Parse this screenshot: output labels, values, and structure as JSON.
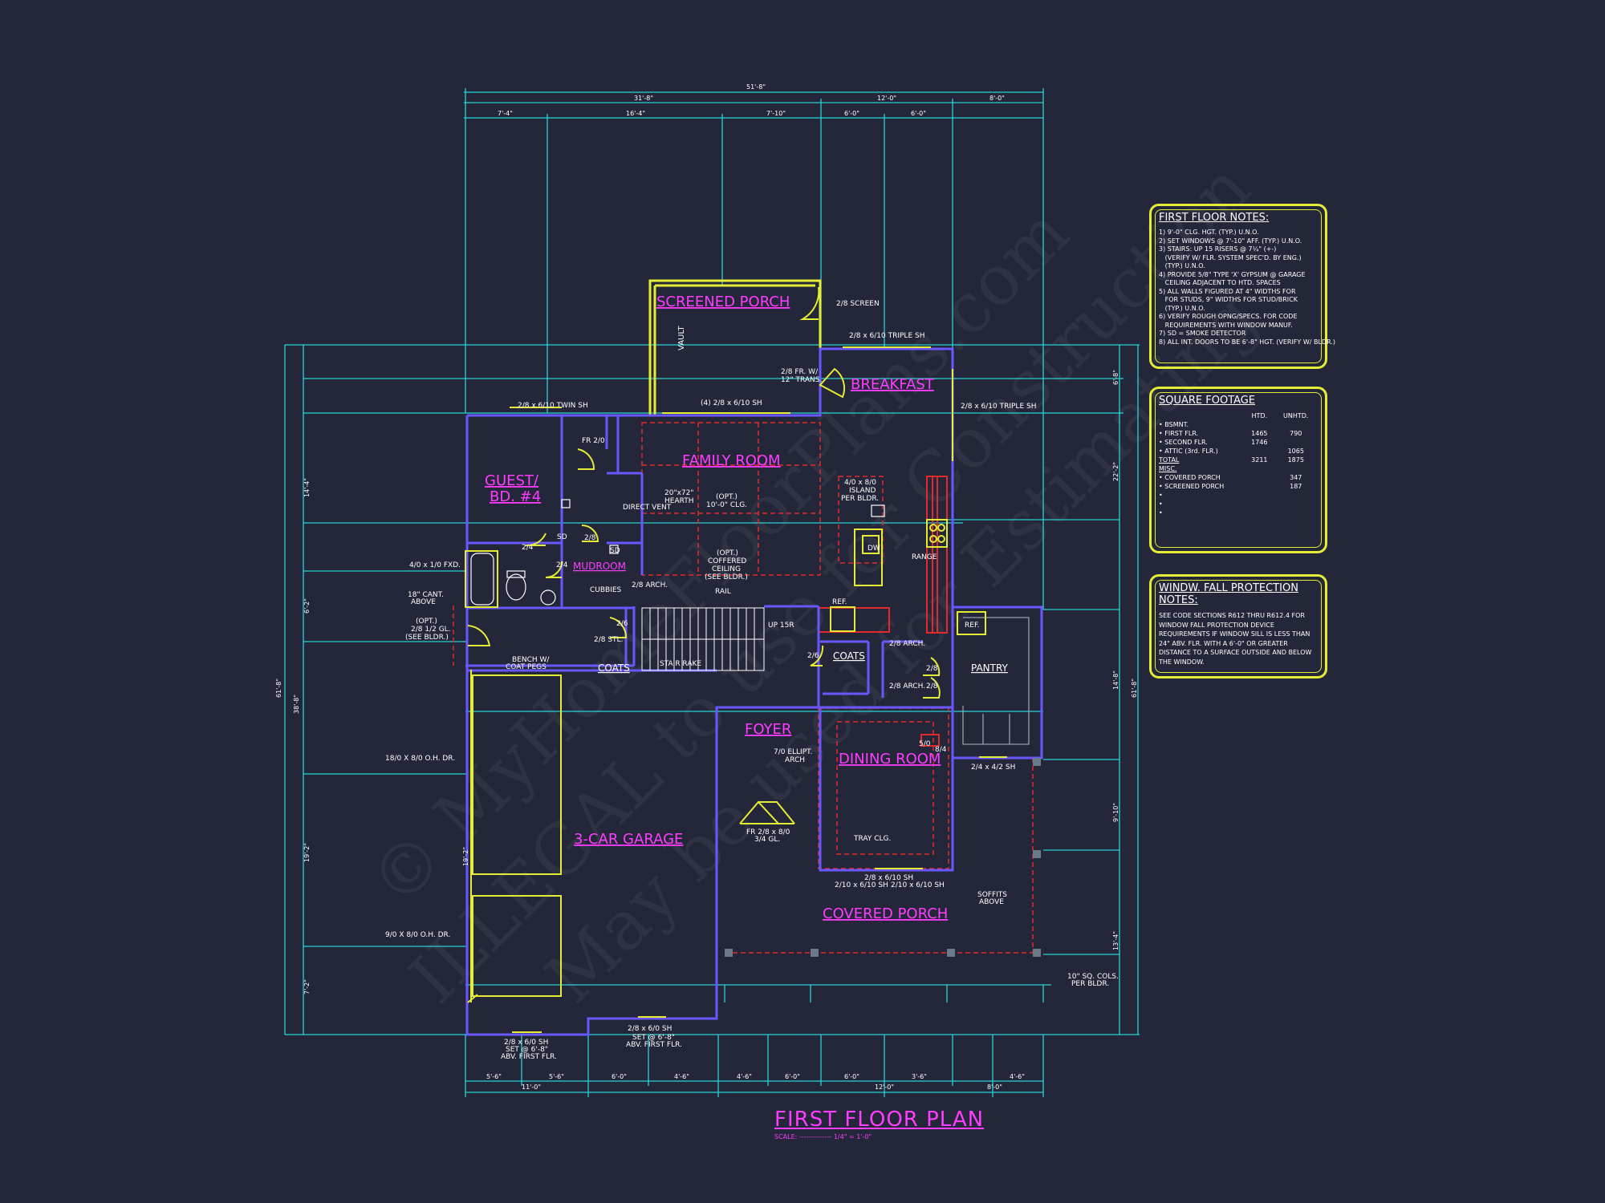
{
  "watermark": {
    "line1": "© MyHomeFloorPlans.com",
    "line2": "ILLEGAL to use for Construction",
    "line3": "May be used for Estimating"
  },
  "title": "FIRST FLOOR PLAN",
  "scale": "SCALE: -------------- 1/4\" = 1'-0\"",
  "colors": {
    "background": "#232739",
    "dimension_lines": "#29d3d8",
    "walls": "#6b57ff",
    "labels": "#ff3cff",
    "fixtures": "#e6ec35",
    "hidden": "#e12b2b"
  },
  "rooms": {
    "screened_porch": "SCREENED PORCH",
    "breakfast": "BREAKFAST",
    "family_room": "FAMILY ROOM",
    "guest_bd_1": "GUEST/",
    "guest_bd_2": "BD. #4",
    "mudroom": "MUDROOM",
    "foyer": "FOYER",
    "dining_room": "DINING ROOM",
    "garage": "3-CAR GARAGE",
    "covered_porch": "COVERED PORCH",
    "pantry": "PANTRY",
    "coats_1": "COATS",
    "coats_2": "COATS"
  },
  "labels": {
    "vault": "VAULT",
    "screen": "2/8 SCREEN",
    "triple_sh_top": "2/8 x 6/10 TRIPLE SH",
    "triple_sh_right": "2/8 x 6/10 TRIPLE SH",
    "fr_transom_1": "2/8 FR. W/",
    "fr_transom_2": "12\" TRANS.",
    "four_sh": "(4) 2/8 x 6/10 SH",
    "twin_sh": "2/8 x 6/10 TWIN SH",
    "fr_2_0": "FR 2/0",
    "hearth_1": "20\"x72\"",
    "hearth_2": "HEARTH",
    "opt_clg_1": "(OPT.)",
    "opt_clg_2": "10'-0\" CLG.",
    "direct_vent": "DIRECT VENT",
    "island_1": "4/0 x 8/0",
    "island_2": "ISLAND",
    "island_3": "PER BLDR.",
    "dw": "DW",
    "range": "RANGE",
    "coffered_1": "(OPT.)",
    "coffered_2": "COFFERED",
    "coffered_3": "CEILING",
    "coffered_4": "(SEE BLDR.)",
    "rail": "RAIL",
    "arch_28": "2/8 ARCH.",
    "cubbies": "CUBBIES",
    "stl": "2/8 STL.",
    "stair_rake": "STAIR RAKE",
    "up": "UP 15R",
    "ref_1": "REF.",
    "ref_2": "REF.",
    "fxd": "4/0 x 1/0 FXD.",
    "cant_1": "18\" CANT.",
    "cant_2": "ABOVE",
    "opt_gl_1": "(OPT.)",
    "opt_gl_2": "2/8 1/2 GL.",
    "opt_gl_3": "(SEE BLDR.)",
    "bench_1": "BENCH W/",
    "bench_2": "COAT PEGS",
    "door_24a": "2/4",
    "door_24b": "2/4",
    "door_28a": "2/8",
    "door_26": "2/6",
    "door_26b": "2/6",
    "door_28b": "2/8",
    "door_28c": "2/8",
    "arch_28b": "2/8 ARCH.",
    "arch_28c": "2/8 ARCH.",
    "ellipt_1": "7/0 ELLIPT.",
    "ellipt_2": "ARCH",
    "fr_foyer_1": "FR 2/8 x 8/0",
    "fr_foyer_2": "3/4 GL.",
    "tray": "TRAY CLG.",
    "dining_sh_1": "2/8 x 6/10 SH",
    "dining_sh_2": "2/10 x 6/10 SH",
    "dining_sh_3": "2/10 x 6/10 SH",
    "pantry_sh": "2/4 x 4/2 SH",
    "soffits_1": "SOFFITS",
    "soffits_2": "ABOVE",
    "cols_1": "10\" SQ. COLS.",
    "cols_2": "PER BLDR.",
    "ohdr_1": "18/0 X 8/0 O.H. DR.",
    "ohdr_2": "9/0 X 8/0 O.H. DR.",
    "garage_sh_1a": "2/8 x 6/0 SH",
    "garage_sh_1b": "SET @ 6'-8\"",
    "garage_sh_1c": "ABV. FIRST FLR.",
    "garage_sh_2a": "2/8 x 6/0 SH",
    "garage_sh_2b": "SET @ 6'-8\"",
    "garage_sh_2c": "ABV. FIRST FLR.",
    "sd_1": "SD",
    "sd_2": "SD",
    "step_1": "5/0",
    "step_2": "8/4"
  },
  "dims": {
    "overall": "51'-8\"",
    "d_top_a": "31'-8\"",
    "d_top_b": "12'-0\"",
    "d_top_c": "8'-0\"",
    "d_t1": "7'-4\"",
    "d_t2": "16'-4\"",
    "d_t3": "7'-10\"",
    "d_t4": "6'-0\"",
    "d_t5": "6'-0\"",
    "d_b1": "5'-6\"",
    "d_b2": "5'-6\"",
    "d_b3": "6'-0\"",
    "d_b4": "4'-6\"",
    "d_b5": "4'-6\"",
    "d_b6": "6'-0\"",
    "d_b7": "6'-0\"",
    "d_b8": "3'-6\"",
    "d_b9": "4'-6\"",
    "d_bb1": "11'-0\"",
    "d_bb2": "12'-0\"",
    "d_bb3": "8'-0\"",
    "d_l_total": "61'-8\"",
    "d_l2": "38'-8\"",
    "d_l3": "14'-4\"",
    "d_l4": "6'-2\"",
    "d_l5": "19'-2\"",
    "d_l6": "7'-2\"",
    "d_r_total": "61'-8\"",
    "d_r1": "6'-8\"",
    "d_r2": "22'-2\"",
    "d_r3": "14'-8\"",
    "d_r4": "9'-10\"",
    "d_r5": "13'-4\"",
    "d_garage_depth": "19'-2\""
  },
  "notes": {
    "title": "FIRST FLOOR NOTES:",
    "items": [
      "1) 9'-0\" CLG. HGT. (TYP.) U.N.O.",
      "2) SET WINDOWS @ 7'-10\" AFF. (TYP.) U.N.O.",
      "3) STAIRS: UP 15 RISERS @ 7¼\" (+-)",
      "   (VERIFY W/ FLR. SYSTEM SPEC'D. BY ENG.)",
      "   (TYP.) U.N.O.",
      "4) PROVIDE 5/8\" TYPE 'X' GYPSUM @ GARAGE",
      "   CEILING ADJACENT TO HTD. SPACES",
      "5) ALL WALLS FIGURED AT 4\" WIDTHS FOR",
      "   FOR STUDS, 9\" WIDTHS FOR STUD/BRICK",
      "   (TYP.) U.N.O.",
      "6) VERIFY ROUGH OPNG/SPECS. FOR CODE",
      "   REQUIREMENTS WITH WINDOW MANUF.",
      "7) SD = SMOKE DETECTOR",
      "8) ALL INT. DOORS TO BE 6'-8\" HGT. (VERIFY W/ BLDR.)"
    ]
  },
  "square_footage": {
    "title": "SQUARE FOOTAGE",
    "col_htd": "HTD.",
    "col_unhtd": "UNHTD.",
    "rows": [
      {
        "label": "• BSMNT.",
        "htd": "",
        "unhtd": ""
      },
      {
        "label": "• FIRST FLR.",
        "htd": "1465",
        "unhtd": "790"
      },
      {
        "label": "• SECOND FLR.",
        "htd": "1746",
        "unhtd": ""
      },
      {
        "label": "• ATTIC (3rd. FLR.)",
        "htd": "",
        "unhtd": "1065"
      },
      {
        "label": "",
        "htd": "",
        "unhtd": ""
      },
      {
        "label": "TOTAL",
        "htd": "3211",
        "unhtd": "1875"
      },
      {
        "label": "",
        "htd": "",
        "unhtd": ""
      },
      {
        "label": "MISC.",
        "htd": "",
        "unhtd": ""
      },
      {
        "label": "• COVERED PORCH",
        "htd": "",
        "unhtd": "347"
      },
      {
        "label": "• SCREENED PORCH",
        "htd": "",
        "unhtd": "187"
      },
      {
        "label": "•",
        "htd": "",
        "unhtd": ""
      },
      {
        "label": "•",
        "htd": "",
        "unhtd": ""
      },
      {
        "label": "•",
        "htd": "",
        "unhtd": ""
      }
    ]
  },
  "window_notes": {
    "title": "WINDW. FALL PROTECTION NOTES:",
    "text": "SEE CODE SECTIONS R612 THRU R612.4 FOR WINDOW FALL PROTECTION DEVICE REQUIREMENTS IF WINDOW SILL IS LESS THAN 24\" ABV. FLR. WITH A 6'-0\" OR GREATER DISTANCE TO A SURFACE OUTSIDE AND BELOW THE WINDOW."
  }
}
